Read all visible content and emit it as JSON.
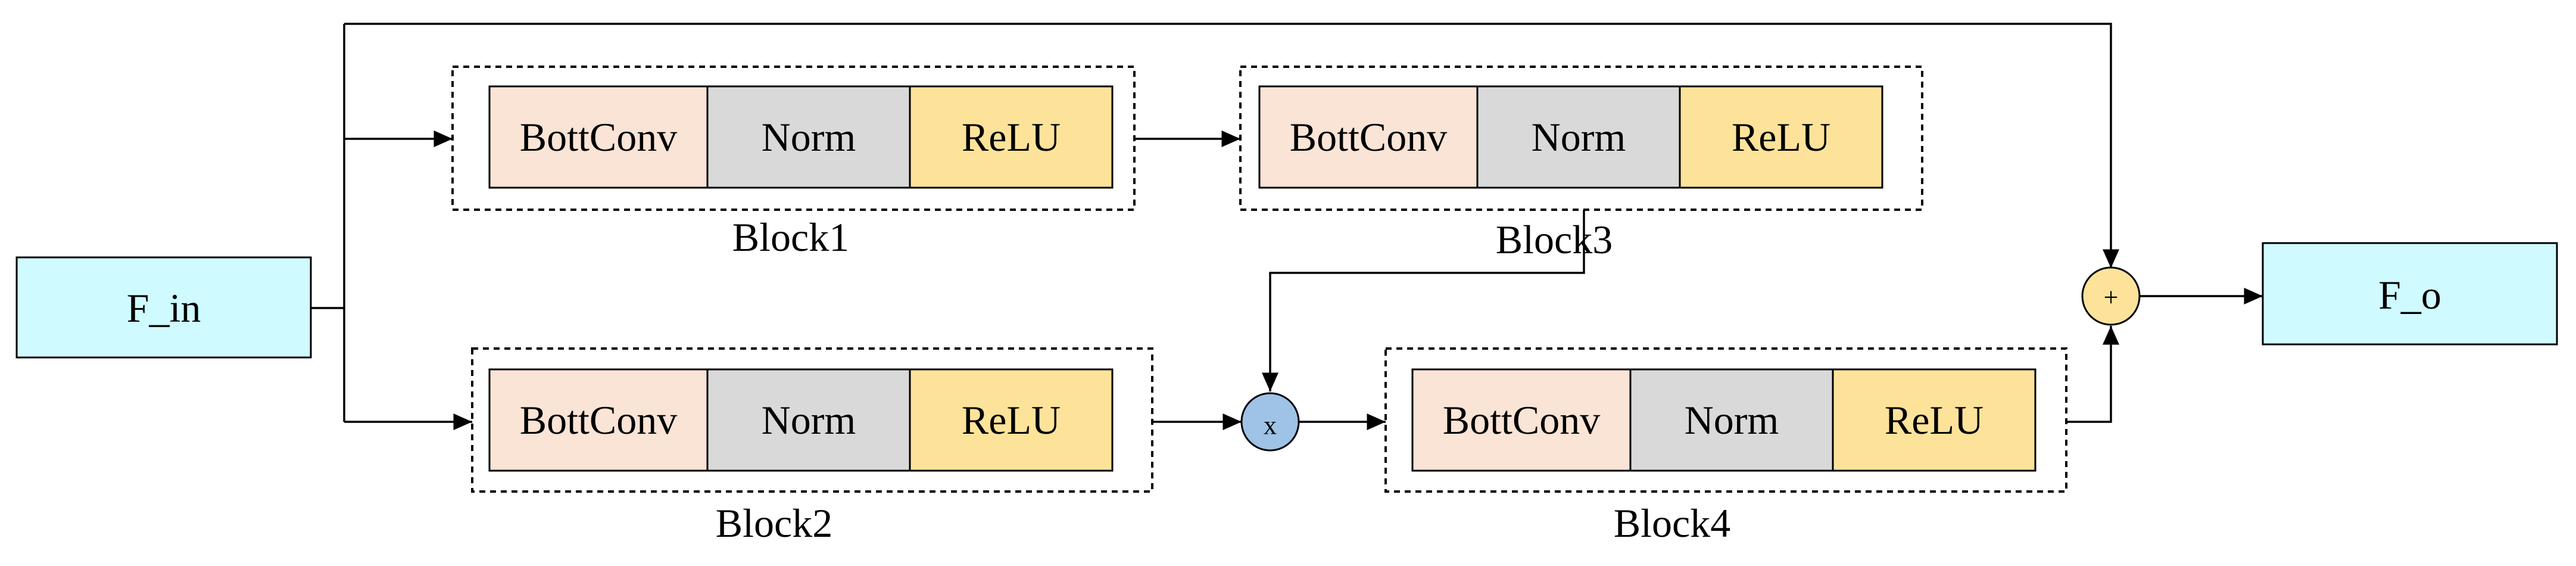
{
  "input": {
    "label": "F_in",
    "color": "#cffaff"
  },
  "output": {
    "label": "F_o",
    "color": "#cffaff"
  },
  "cell_labels": {
    "conv": "BottConv",
    "norm": "Norm",
    "act": "ReLU"
  },
  "cell_colors": {
    "conv": "#f9e4d6",
    "norm": "#d9d9d9",
    "act": "#fde39a"
  },
  "blocks": [
    {
      "name": "Block1"
    },
    {
      "name": "Block3"
    },
    {
      "name": "Block2"
    },
    {
      "name": "Block4"
    }
  ],
  "operators": {
    "multiply": {
      "symbol": "x",
      "color": "#9ec3e6"
    },
    "add": {
      "symbol": "+",
      "color": "#fde39a"
    }
  }
}
